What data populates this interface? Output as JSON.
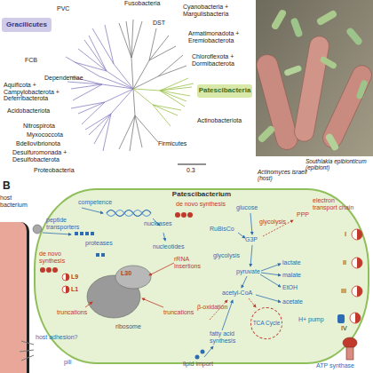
{
  "diagram": {
    "nodes": [
      {
        "text": [
          "Gracilicutes"
        ]
      },
      {
        "text": [
          "Patescibacteria"
        ]
      },
      {
        "text": [
          "host bacterium"
        ]
      },
      {
        "text": [
          "Patescibacterium"
        ]
      },
      {
        "text": [
          "TCA Cycle"
        ],
        "in": 3
      }
    ],
    "labels": [
      "PVC",
      "Fusobacteria",
      "Cyanobacteria + Margulisbacteria",
      "DST",
      "Armatimonadota + Eremiobacterota",
      "Chloroflexota + Dormibacterota",
      "FCB",
      "Dependentiae",
      "Aquificota + Campylobacterota + Deferribacterota",
      "Acidobacteriota",
      "Nitrospirota",
      "Myxococcota",
      "Bdellovibrionota",
      "Desulfuromonada + Desulfobacterota",
      "Proteobacteria",
      "Actinobacteriota",
      "Firmicutes",
      "0.3",
      "Southlakia epibionticum (epibiont)",
      "Actinomyces israeli (host)",
      "B",
      "competence",
      "de novo synthesis",
      "peptide transporters",
      "nucleases",
      "proteases",
      "nucleotides",
      "de novo synthesis",
      "rRNA insertions",
      "L9",
      "L1",
      "L30",
      "truncations",
      "truncations",
      "ribosome",
      "host adhesion?",
      "pili",
      "glucose",
      "RuBisCo",
      "glycolysis",
      "PPP",
      "G3P",
      "glycolysis",
      "pyruvate",
      "lactate",
      "malate",
      "EtOH",
      "acetyl-CoA",
      "acetate",
      "β-oxidation",
      "fatty acid synthesis",
      "lipid import",
      "electron transport chain",
      "I",
      "II",
      "III",
      "IV",
      "H+ pump",
      "ATP synthase"
    ]
  }
}
